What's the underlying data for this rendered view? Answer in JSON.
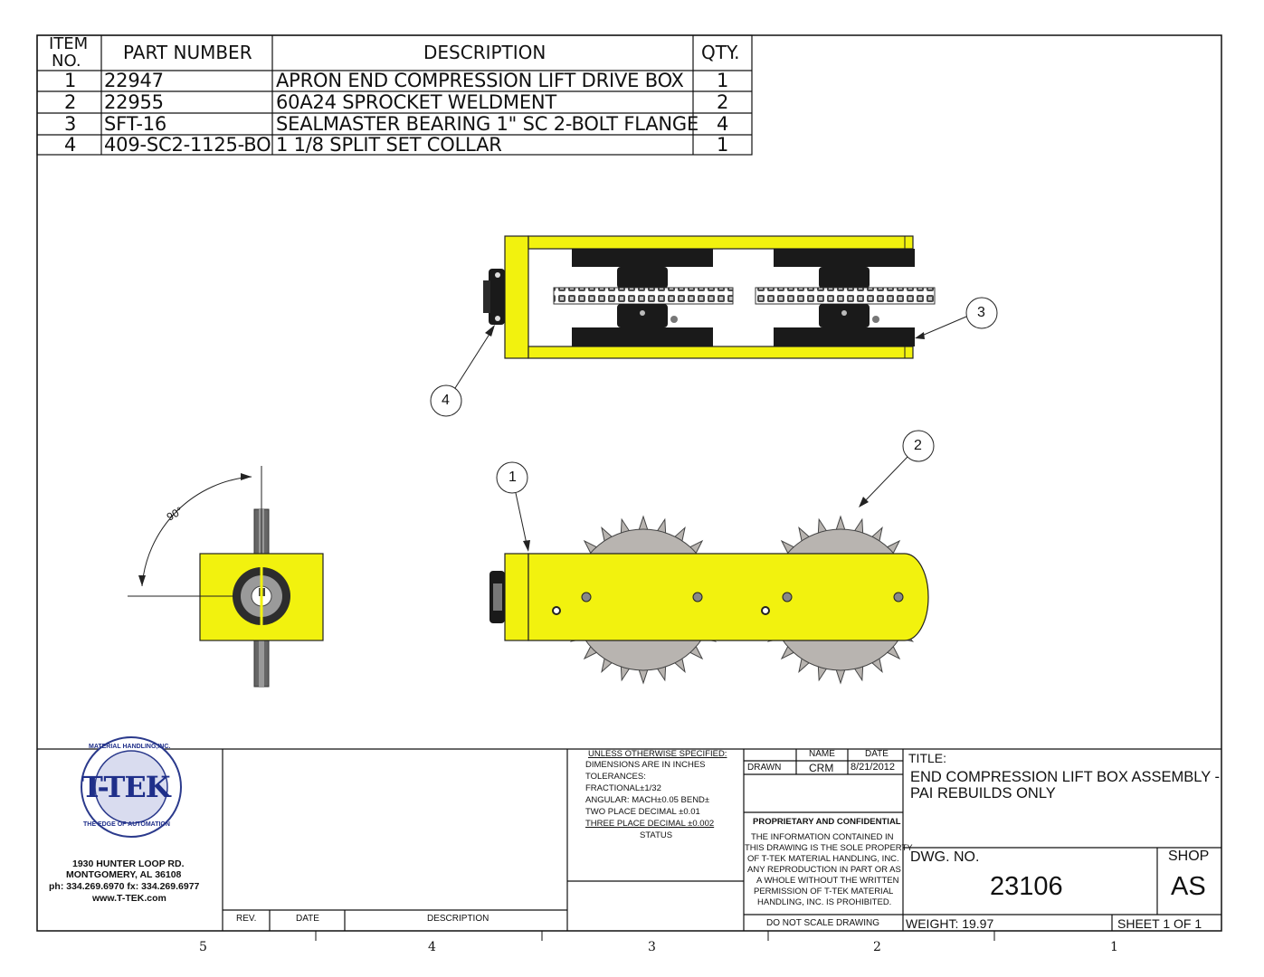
{
  "bom": {
    "headers": {
      "item": "ITEM",
      "item2": "NO.",
      "part": "PART NUMBER",
      "desc": "DESCRIPTION",
      "qty": "QTY."
    },
    "rows": [
      {
        "item": "1",
        "part": "22947",
        "desc": "APRON END COMPRESSION  LIFT DRIVE BOX",
        "qty": "1"
      },
      {
        "item": "2",
        "part": "22955",
        "desc": "60A24 SPROCKET WELDMENT",
        "qty": "2"
      },
      {
        "item": "3",
        "part": "SFT-16",
        "desc": "SEALMASTER BEARING 1\" SC 2-BOLT FLANGE",
        "qty": "4"
      },
      {
        "item": "4",
        "part": "409-SC2-1125-BO",
        "desc": "1 1/8 SPLIT SET COLLAR",
        "qty": "1"
      }
    ]
  },
  "balloons": {
    "b1": "1",
    "b2": "2",
    "b3": "3",
    "b4": "4"
  },
  "angle": "90°",
  "company": {
    "logo_main": "T-TEK",
    "logo_ring_top": "MATERIAL HANDLING,INC.",
    "logo_ring_bottom": "THE EDGE OF AUTOMATION",
    "address1": "1930 HUNTER LOOP RD.",
    "address2": "MONTGOMERY, AL   36108",
    "phone": "ph: 334.269.6970 fx: 334.269.6977",
    "web": "www.T-TEK.com"
  },
  "revisions": {
    "rev": "REV.",
    "date": "DATE",
    "desc": "DESCRIPTION"
  },
  "tolerances": {
    "l1": "UNLESS OTHERWISE SPECIFIED:",
    "l2": "DIMENSIONS ARE IN INCHES",
    "l3": "TOLERANCES:",
    "l4": "FRACTIONAL±1/32",
    "l5": "ANGULAR: MACH±0.05 BEND±",
    "l6": "TWO PLACE DECIMAL    ±0.01",
    "l7": "THREE PLACE DECIMAL  ±0.002",
    "status": "STATUS"
  },
  "signoff": {
    "name_h": "NAME",
    "date_h": "DATE",
    "drawn": "DRAWN",
    "name": "CRM",
    "date": "8/21/2012"
  },
  "proprietary": {
    "heading": "PROPRIETARY AND CONFIDENTIAL",
    "l1": "THE INFORMATION CONTAINED IN",
    "l2": "THIS DRAWING IS THE SOLE PROPERTY",
    "l3": "OF T-TEK MATERIAL HANDLING, INC.",
    "l4": "ANY REPRODUCTION IN PART OR AS",
    "l5": "A WHOLE WITHOUT THE WRITTEN",
    "l6": "PERMISSION OF T-TEK MATERIAL",
    "l7": "HANDLING, INC. IS PROHIBITED.",
    "no_scale": "DO NOT SCALE DRAWING"
  },
  "title_block": {
    "title_label": "TITLE:",
    "title_line1": "END COMPRESSION LIFT BOX ASSEMBLY -",
    "title_line2": "PAI REBUILDS ONLY",
    "dwg_label": "DWG.  NO.",
    "dwg_no": "23106",
    "shop_label": "SHOP",
    "shop": "AS",
    "weight": "WEIGHT: 19.97",
    "sheet": "SHEET 1 OF 1"
  },
  "zones": {
    "z5": "5",
    "z4": "4",
    "z3": "3",
    "z2": "2",
    "z1": "1"
  },
  "colors": {
    "yellow": "#f2f20e",
    "dark": "#1a1a1a",
    "gray": "#b8b4b0"
  }
}
